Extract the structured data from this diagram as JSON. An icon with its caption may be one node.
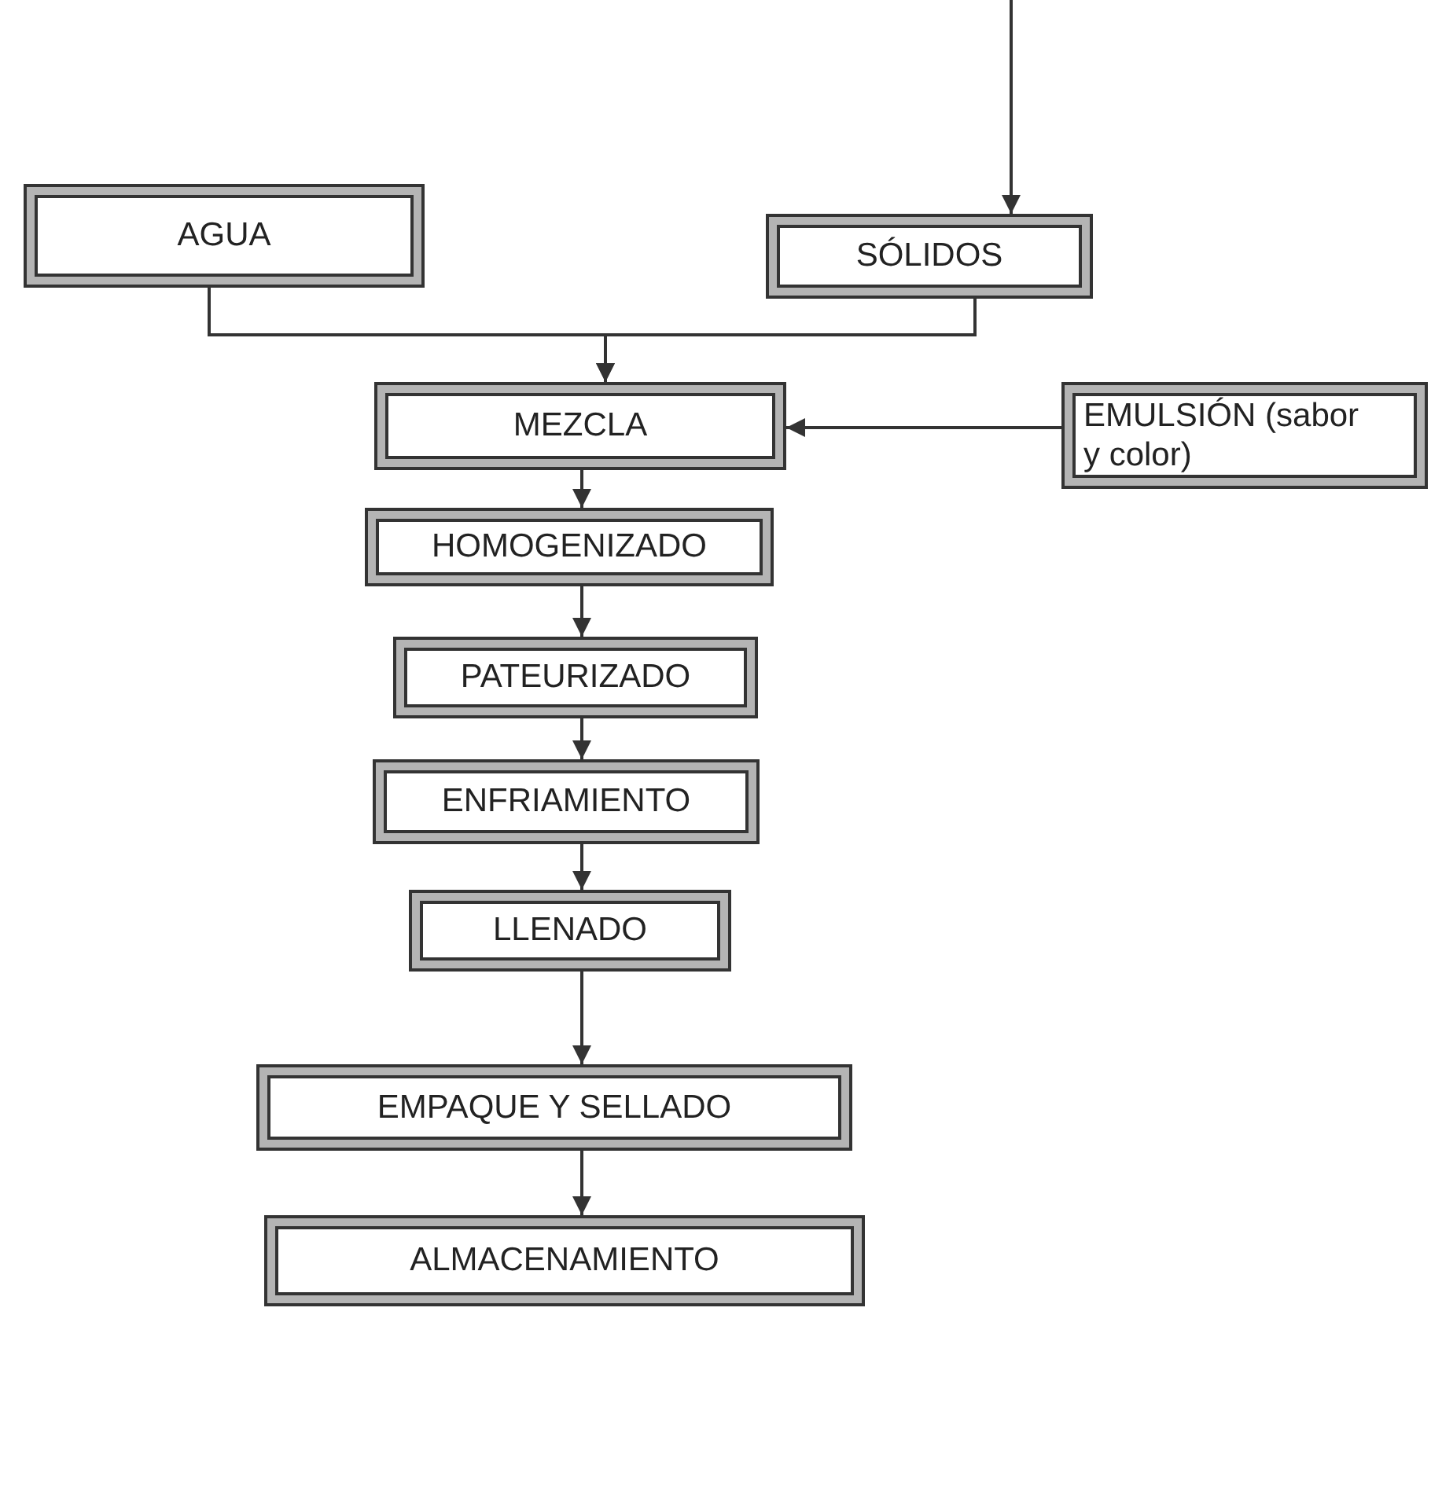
{
  "diagram": {
    "nodes": [
      {
        "text": [
          "AGUA"
        ]
      },
      {
        "text": [
          "SÓLIDOS"
        ]
      },
      {
        "text": [
          "MEZCLA"
        ]
      },
      {
        "text": [
          "EMULSIÓN (sabor y color)"
        ]
      },
      {
        "text": [
          "HOMOGENIZADO"
        ]
      },
      {
        "text": [
          "PATEURIZADO"
        ]
      },
      {
        "text": [
          "ENFRIAMIENTO"
        ]
      },
      {
        "text": [
          "LLENADO"
        ]
      },
      {
        "text": [
          "EMPAQUE Y SELLADO"
        ]
      },
      {
        "text": [
          "ALMACENAMIENTO"
        ]
      }
    ],
    "edges": [
      {
        "from": null,
        "to": 1,
        "arrow": "to"
      },
      {
        "from": 0,
        "to": 2,
        "arrow": "to"
      },
      {
        "from": 1,
        "to": 2,
        "arrow": "to"
      },
      {
        "from": 3,
        "to": 2,
        "arrow": "to"
      },
      {
        "from": 2,
        "to": 4,
        "arrow": "to"
      },
      {
        "from": 4,
        "to": 5,
        "arrow": "to"
      },
      {
        "from": 5,
        "to": 6,
        "arrow": "to"
      },
      {
        "from": 6,
        "to": 7,
        "arrow": "to"
      },
      {
        "from": 7,
        "to": 8,
        "arrow": "to"
      },
      {
        "from": 8,
        "to": 9,
        "arrow": "to"
      }
    ]
  }
}
